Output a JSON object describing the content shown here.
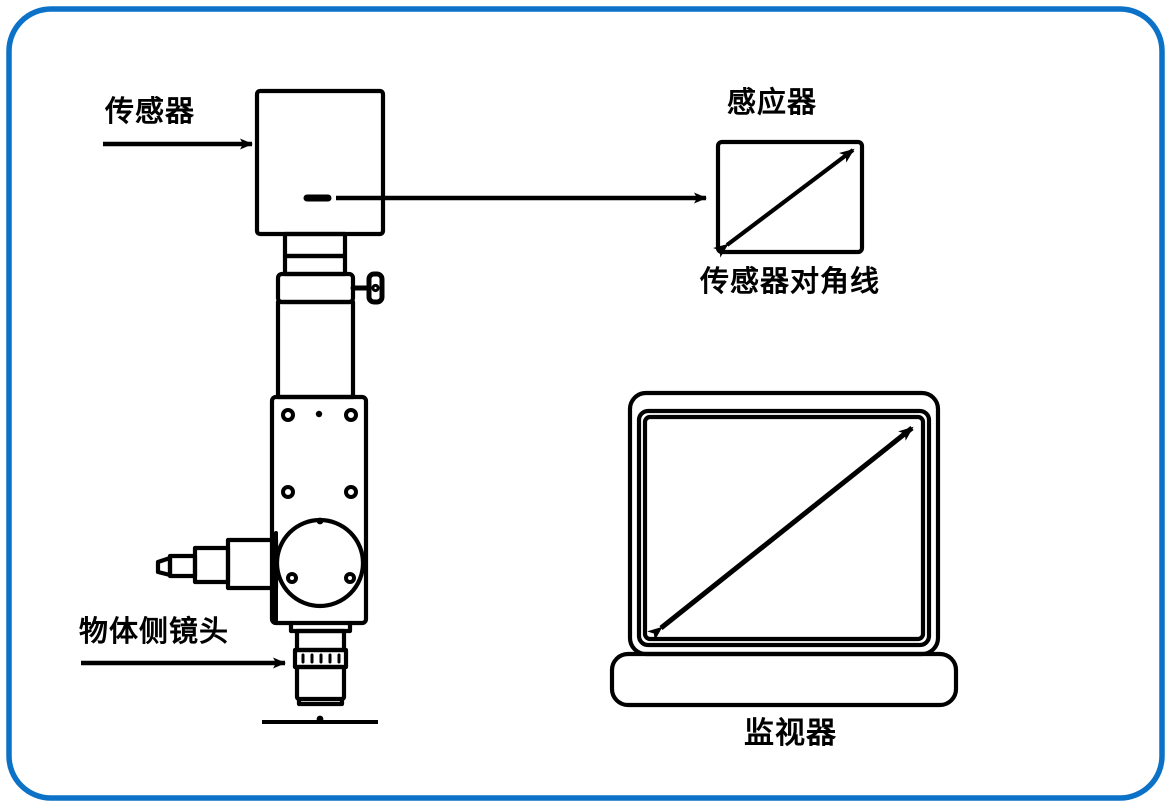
{
  "figure": {
    "title": "",
    "border_color": "#0b72c8",
    "line_color": "#000000",
    "background_color": "#ffffff"
  },
  "labels": {
    "sensor_camera": "传感器",
    "sensor_box": "感应器",
    "sensor_diagonal": "传感器对角线",
    "object_lens": "物体侧镜头",
    "monitor": "监视器"
  },
  "icons": {
    "pointer_arrow": "arrow-right-icon",
    "diagonal_arrow": "double-headed-diagonal-arrow-icon",
    "camera": "camera-body-icon",
    "monitor": "monitor-icon",
    "sensor_rect": "sensor-rectangle-icon",
    "lens": "lens-barrel-icon",
    "thumbscrew": "thumbscrew-icon",
    "centerline": "centerline-icon"
  },
  "chart_data": {
    "type": "diagram",
    "title": "",
    "annotations": [
      {
        "name": "sensor_camera",
        "text": "传感器",
        "points_to": "camera-head-box",
        "arrow": "right"
      },
      {
        "name": "sensor_box",
        "text": "感应器",
        "points_to": "sensor-rectangle",
        "arrow": "none"
      },
      {
        "name": "sensor_diagonal",
        "text": "传感器对角线",
        "points_to": "sensor-rectangle-diagonal",
        "arrow": "none"
      },
      {
        "name": "object_lens",
        "text": "物体侧镜头",
        "points_to": "lens-barrel",
        "arrow": "right"
      },
      {
        "name": "monitor",
        "text": "监视器",
        "points_to": "monitor-screen",
        "arrow": "none"
      }
    ]
  }
}
